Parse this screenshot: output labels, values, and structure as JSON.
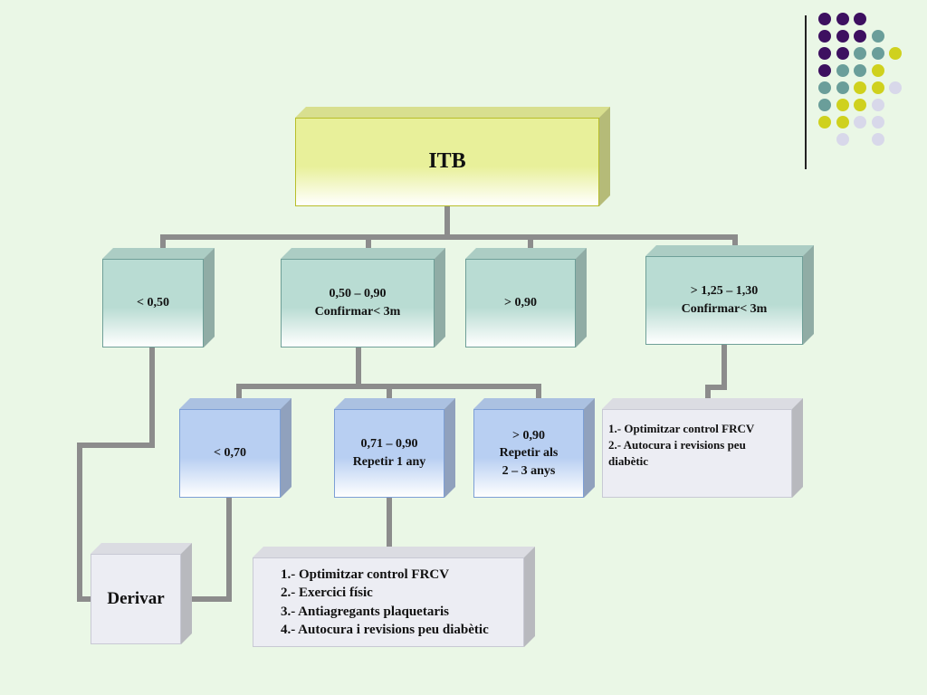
{
  "root": {
    "label": "ITB"
  },
  "level1": [
    {
      "id": "lt050",
      "label": "< 0,50"
    },
    {
      "id": "050_090",
      "label": "0,50 – 0,90\nConfirmar< 3m"
    },
    {
      "id": "gt090",
      "label": "> 0,90"
    },
    {
      "id": "gt125",
      "label": "> 1,25 – 1,30\nConfirmar< 3m"
    }
  ],
  "level2": [
    {
      "id": "lt070",
      "label": "< 0,70"
    },
    {
      "id": "071_090",
      "label": "0,71 – 0,90\nRepetir  1 any"
    },
    {
      "id": "gt090b",
      "label": "> 0,90\nRepetir als\n2 – 3 anys"
    }
  ],
  "outcomes": {
    "derivar": {
      "label": "Derivar"
    },
    "frcv_high": {
      "label": "1.- Optimitzar control FRCV\n2.- Autocura i revisions peu\n      diabètic"
    },
    "treatment": {
      "label": "1.- Optimitzar control FRCV\n2.- Exercici físic\n3.- Antiagregants plaquetaris\n4.- Autocura i revisions peu diabètic"
    }
  },
  "colors": {
    "root_fill": "#e8f09a",
    "teal_fill": "#b9dcd3",
    "blue_fill": "#b8cff2",
    "grey_fill": "#ecedf3",
    "connector": "#8c8c8c"
  },
  "decor": {
    "dot_colors": [
      "#3d1060",
      "#6a9e9a",
      "#cfd11e",
      "#d8d8ea"
    ]
  }
}
